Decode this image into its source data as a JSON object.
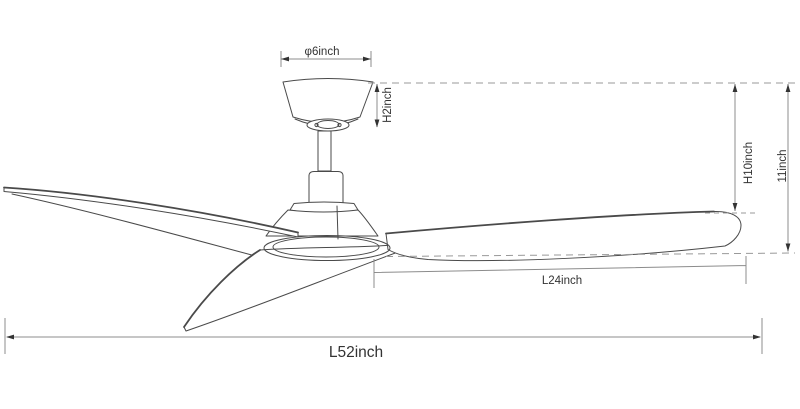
{
  "diagram": {
    "type": "technical-line-drawing",
    "subject": "ceiling fan dimension diagram",
    "labels": {
      "canopy_diameter": "φ6inch",
      "canopy_height": "H2inch",
      "fan_height": "H10inch",
      "total_height": "11inch",
      "blade_length": "L24inch",
      "fan_span": "L52inch"
    },
    "colors": {
      "background": "#ffffff",
      "drawing_line": "#4a4a4a",
      "dimension_line": "#8c8c8c",
      "dashed_line": "#999999",
      "label_text": "#333333"
    }
  }
}
